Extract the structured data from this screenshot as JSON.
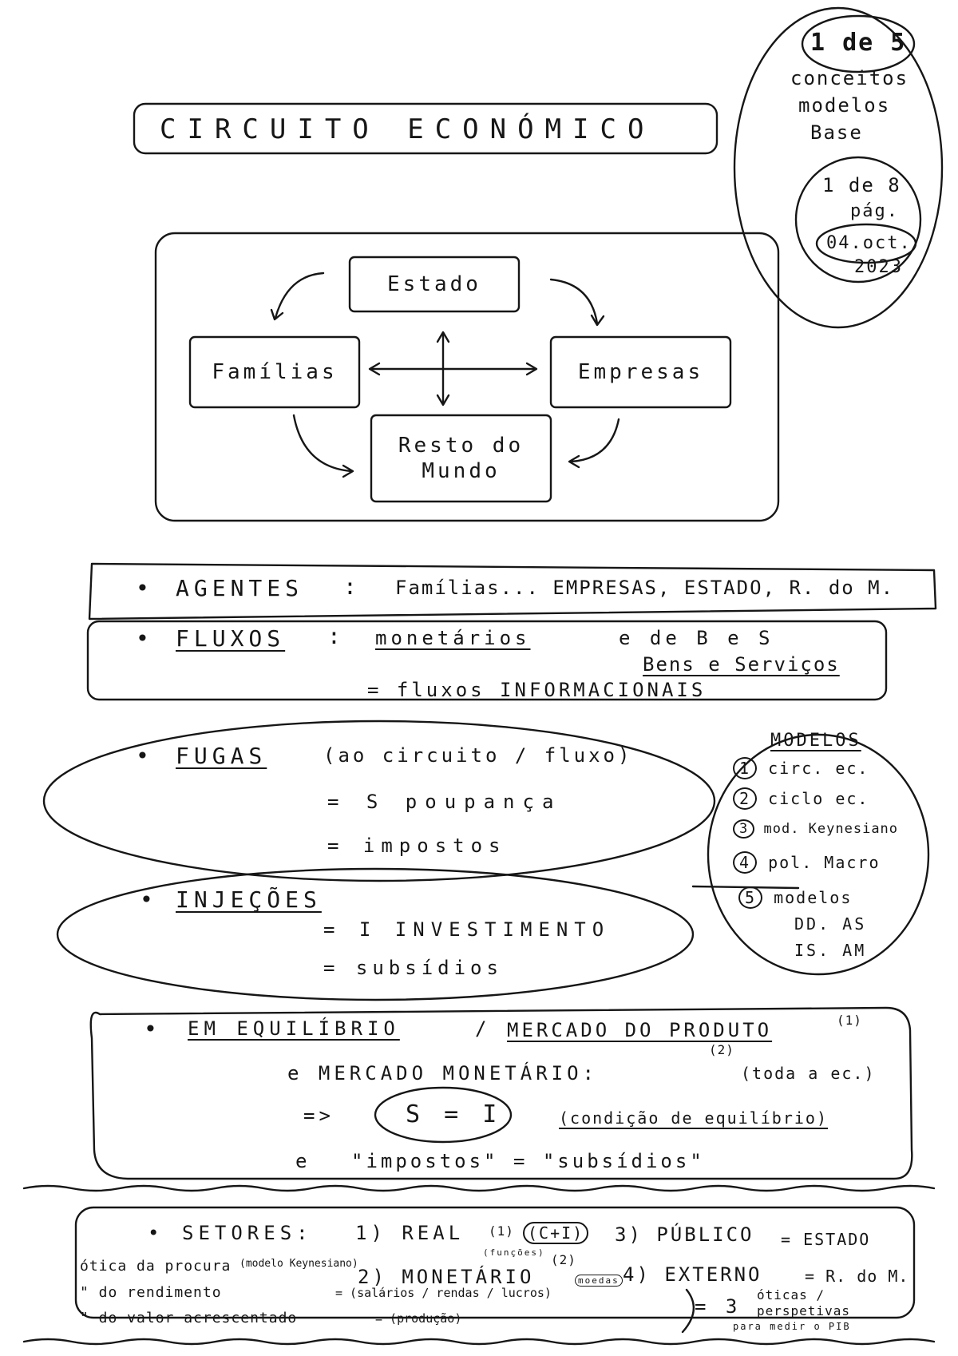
{
  "corner": {
    "part": "1 de 5",
    "topic_lines": [
      "conceitos",
      "modelos",
      "Base"
    ],
    "page": "1 de 8",
    "page_label": "pág.",
    "date_lines": [
      "04.oct.",
      "2023"
    ]
  },
  "title": "CIRCUITO ECONÓMICO",
  "diagram": {
    "estado": "Estado",
    "familias": "Famílias",
    "empresas": "Empresas",
    "resto_lines": [
      "Resto do",
      "Mundo"
    ]
  },
  "agentes": {
    "label": "AGENTES",
    "text": "Famílias... EMPRESAS, ESTADO, R. do M."
  },
  "fluxos": {
    "label": "FLUXOS",
    "line1": "monetários",
    "line1b": "e de B e S",
    "line2": "Bens e Serviços",
    "line3": "= fluxos INFORMACIONAIS"
  },
  "fugas": {
    "label": "FUGAS",
    "paren": "(ao circuito / fluxo)",
    "line2": "= S poupança",
    "line3": "= impostos"
  },
  "injecoes": {
    "label": "INJEÇÕES",
    "line2": "= I INVESTIMENTO",
    "line3": "= subsídios"
  },
  "modelos": {
    "title": "MODELOS",
    "items": [
      {
        "n": "1",
        "text": "circ. ec."
      },
      {
        "n": "2",
        "text": "ciclo ec."
      },
      {
        "n": "3",
        "text": "mod. Keynesiano"
      },
      {
        "n": "4",
        "text": "pol. Macro"
      },
      {
        "n": "5",
        "text": "modelos"
      }
    ],
    "extra_lines": [
      "DD. AS",
      "IS. AM"
    ]
  },
  "equilibrio": {
    "label": "EM EQUILÍBRIO",
    "mercado_produto": "MERCADO DO PRODUTO",
    "mark1": "(1)",
    "mark2": "(2)",
    "mercado_monetario": "e MERCADO MONETÁRIO:",
    "toda": "(toda a ec.)",
    "arrow": "=>",
    "formula": "S = I",
    "condicao": "(condição de equilíbrio)",
    "e": "e",
    "impostos": "\"impostos\" = \"subsídios\""
  },
  "setores": {
    "label": "SETORES:",
    "real": "1) REAL",
    "real_mark": "(1)",
    "ci": "(C+I)",
    "funcoes": "(funções)",
    "publico": "3) PÚBLICO",
    "estado": "= ESTADO",
    "monetario": "2) MONETÁRIO",
    "monetario_mark": "(2)",
    "moedas": "moedas",
    "externo": "4) EXTERNO",
    "rdm": "= R. do M.",
    "otica1_a": "ótica da procura",
    "otica1_b": "(modelo Keynesiano)",
    "otica2_a": "\"  do rendimento",
    "otica2_b": "= (salários / rendas / lucros)",
    "otica3_a": "\"  do valor acrescentado",
    "otica3_b": "= (produção)",
    "three": "= 3",
    "oticas_lines": [
      "óticas /",
      "perspetivas",
      "para medir o PIB"
    ]
  }
}
